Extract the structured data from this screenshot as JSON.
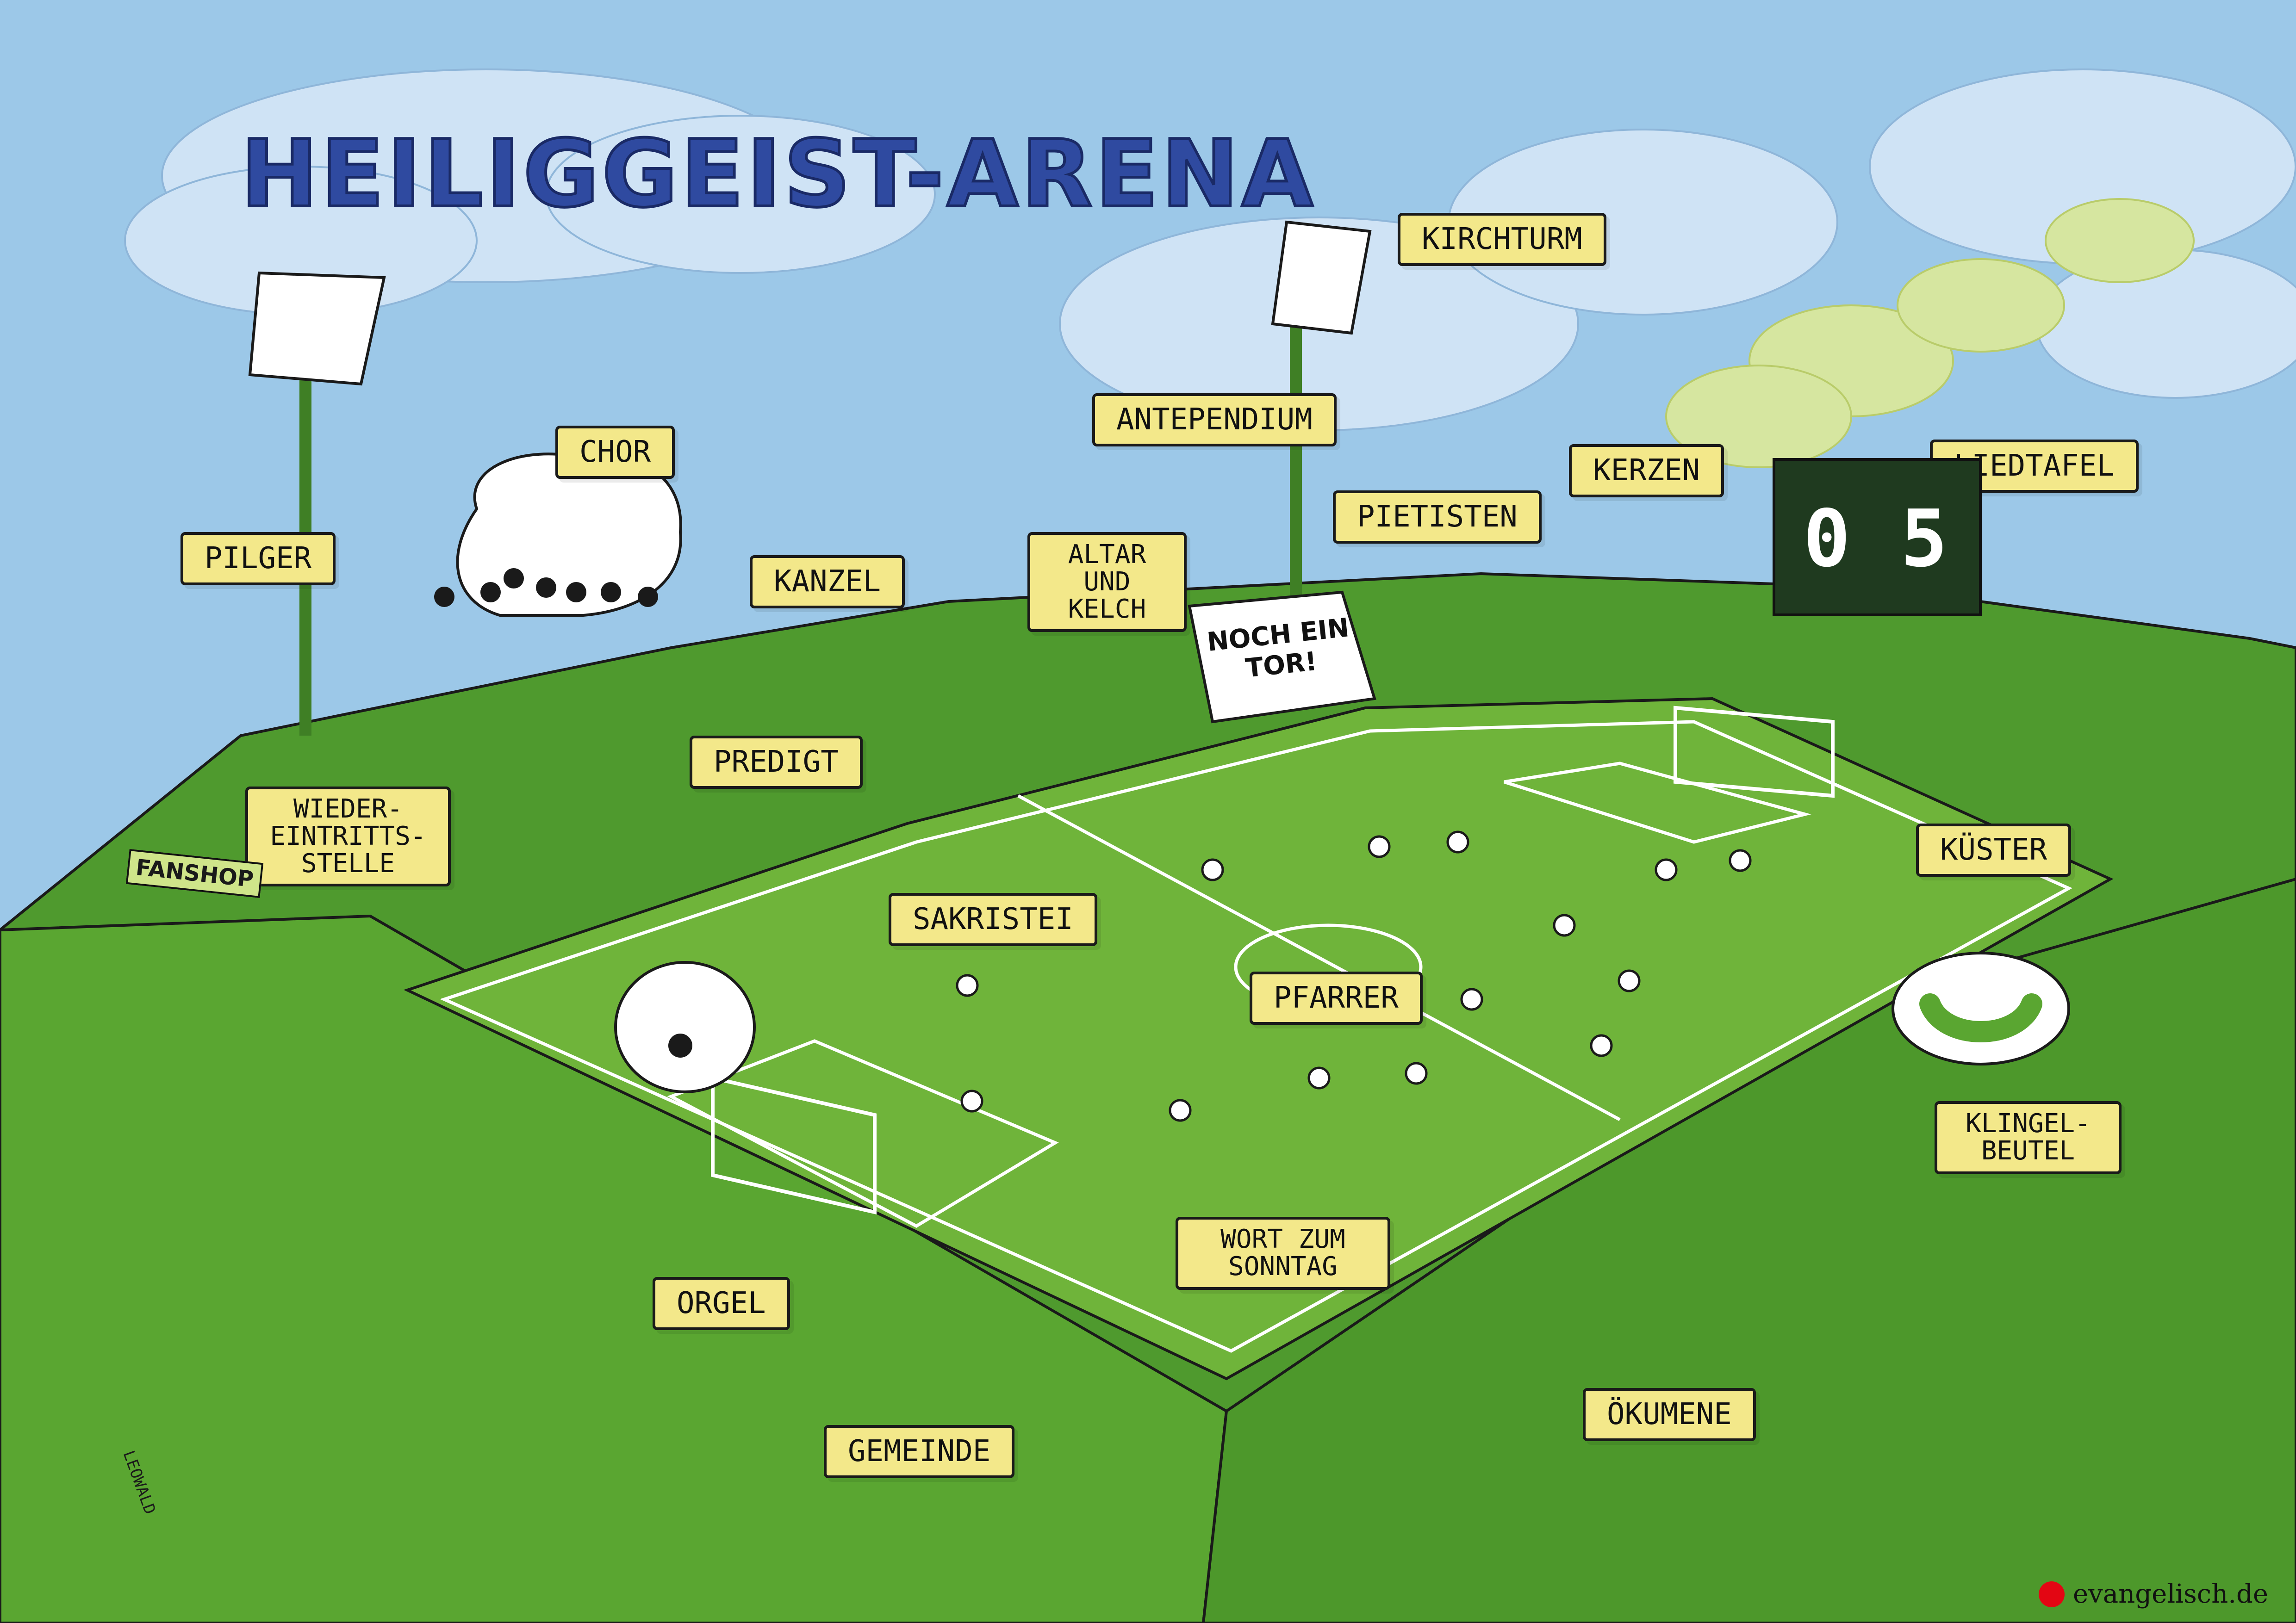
{
  "title": "HEILIGGEIST-ARENA",
  "labels": {
    "kirchturm": "KIRCHTURM",
    "chor": "CHOR",
    "antependium": "ANTEPENDIUM",
    "kerzen": "KERZEN",
    "liedtafel": "LIEDTAFEL",
    "pilger": "PILGER",
    "kanzel": "KANZEL",
    "altar_und_kelch": "ALTAR UND KELCH",
    "pietisten": "PIETISTEN",
    "predigt": "PREDIGT",
    "wiedereintrittsstelle": "WIEDER-EINTRITTS-STELLE",
    "sakristei": "SAKRISTEI",
    "kuester": "KÜSTER",
    "pfarrer": "PFARRER",
    "klingelbeutel": "KLINGEL-BEUTEL",
    "orgel": "ORGEL",
    "wort_zum_sonntag": "WORT ZUM SONNTAG",
    "oekumene": "ÖKUMENE",
    "gemeinde": "GEMEINDE"
  },
  "banner_text": "NOCH EIN TOR!",
  "fanshop": "FANSHOP",
  "scoreboard": {
    "home": "0",
    "away": "5"
  },
  "signature": "LEOWALD",
  "brand": "evangelisch.de",
  "colors": {
    "sky": "#9cc8e8",
    "pitch": "#6fb43a",
    "stands": "#4f9a2e",
    "label": "#f3e88a",
    "title": "#2f4aa0"
  }
}
